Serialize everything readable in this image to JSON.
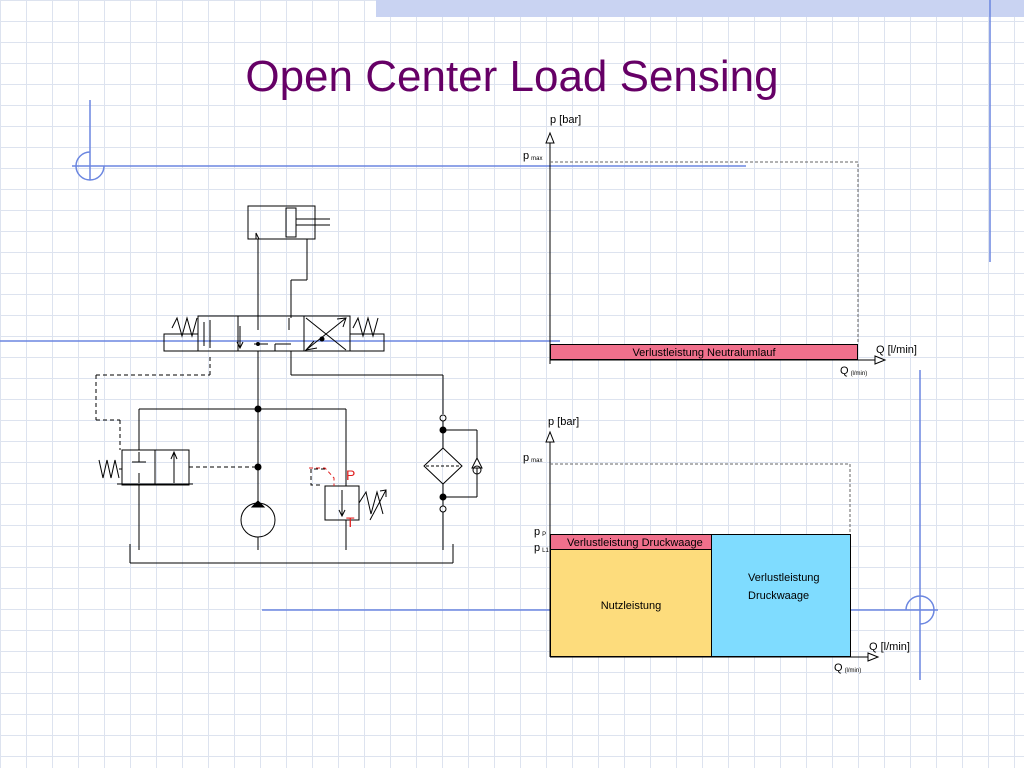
{
  "slide": {
    "title": "Open Center Load Sensing"
  },
  "colors": {
    "title": "#660066",
    "accent_line": "#6b86e0",
    "grid": "#dde3ef",
    "loss_bar": "#f0708c",
    "useful_power": "#fddc7c",
    "loss_box": "#7fdcff"
  },
  "circuit": {
    "port_p": "P",
    "port_t": "T"
  },
  "chart_top": {
    "y_axis_label": "p [bar]",
    "pmax_label": "p",
    "pmax_sub": "max",
    "x_axis_label": "Q [l/min]",
    "q_label": "Q",
    "q_sub": "(l/min)",
    "bar_label": "Verlustleistung Neutralumlauf"
  },
  "chart_bottom": {
    "y_axis_label": "p [bar]",
    "pmax_label": "p",
    "pmax_sub": "max",
    "pp_label": "p",
    "pp_sub": "P",
    "pl1_label": "p",
    "pl1_sub": "L1",
    "x_axis_label": "Q [l/min]",
    "q_label": "Q",
    "q_sub": "(l/min)",
    "loss_bar_label": "Verlustleistung Druckwaage",
    "useful_label": "Nutzleistung",
    "loss_box_label": "Verlustleistung Druckwaage"
  }
}
